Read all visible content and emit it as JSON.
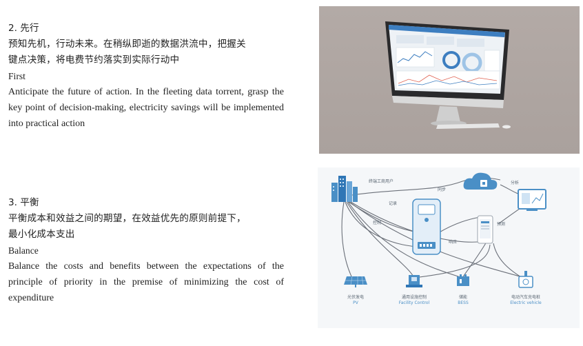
{
  "section_2": {
    "heading": "2. 先行",
    "zh_line1": "预知先机，行动未来。在稍纵即逝的数据洪流中，把握关",
    "zh_line2": "键点决策，将电费节约落实到实际行动中",
    "en_title": "First",
    "en_body": "Anticipate the future of action. In the fleeting data torrent, grasp the key point of decision-making, electricity savings will be implemented into practical action"
  },
  "section_3": {
    "heading": "3. 平衡",
    "zh_line1": "平衡成本和效益之间的期望，在效益优先的原则前提下，",
    "zh_line2": "最小化成本支出",
    "en_title": "Balance",
    "en_body": "Balance the costs and benefits between the expectations of the principle of priority in the premise of minimizing the cost of expenditure"
  },
  "diagram": {
    "user_label": "终端工商用户",
    "sync": "同步",
    "analyze": "分析",
    "record": "记录",
    "control": "控制",
    "respond": "响应",
    "forecast": "预测",
    "pv_zh": "光伏发电",
    "pv_en": "PV",
    "facility_zh": "通用设施控制",
    "facility_en": "Facility Control",
    "bess_zh": "储能",
    "bess_en": "BESS",
    "ev_zh": "电动汽车充电桩",
    "ev_en": "Electric vehicle"
  },
  "colors": {
    "accent_blue": "#4a8fc6",
    "line_gray": "#6b7079",
    "photo_bg": "#aea5a1"
  }
}
